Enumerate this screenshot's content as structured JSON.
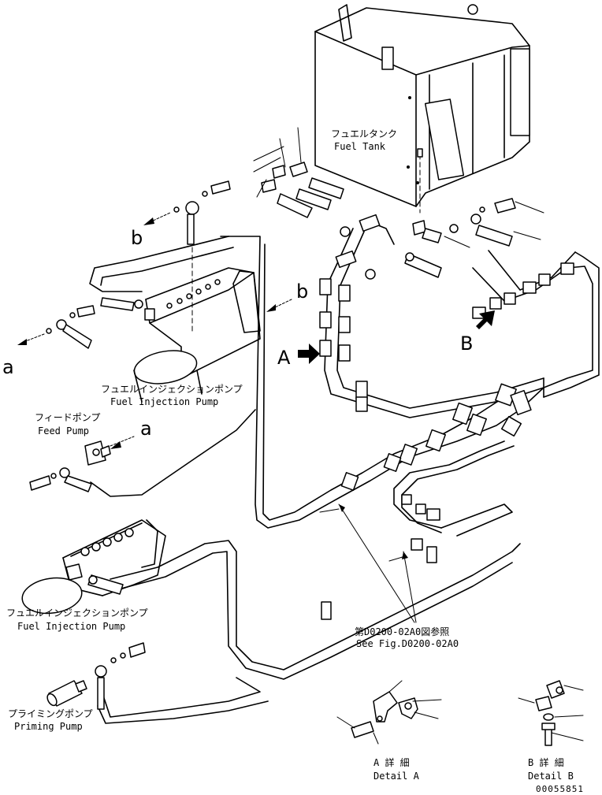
{
  "labels": {
    "fuel_tank_jp": "フュエルタンク",
    "fuel_tank_en": "Fuel Tank",
    "injection_pump_jp_1": "フュエルインジェクションポンプ",
    "injection_pump_en_1": "Fuel Injection Pump",
    "feed_pump_jp": "フィードポンプ",
    "feed_pump_en": "Feed Pump",
    "injection_pump_jp_2": "フュエルインジェクションポンプ",
    "injection_pump_en_2": "Fuel Injection Pump",
    "priming_pump_jp": "プライミングポンプ",
    "priming_pump_en": "Priming Pump",
    "see_fig_jp": "第D0200-02A0図参照",
    "see_fig_en": "See Fig.D0200-02A0",
    "detail_a_jp": "A 詳 細",
    "detail_a_en": "Detail A",
    "detail_b_jp": "B 詳 細",
    "detail_b_en": "Detail B"
  },
  "callouts": {
    "a_left": "a",
    "a_feed": "a",
    "b_top": "b",
    "b_right": "b",
    "A": "A",
    "B": "B"
  },
  "drawing_number": "00055851"
}
